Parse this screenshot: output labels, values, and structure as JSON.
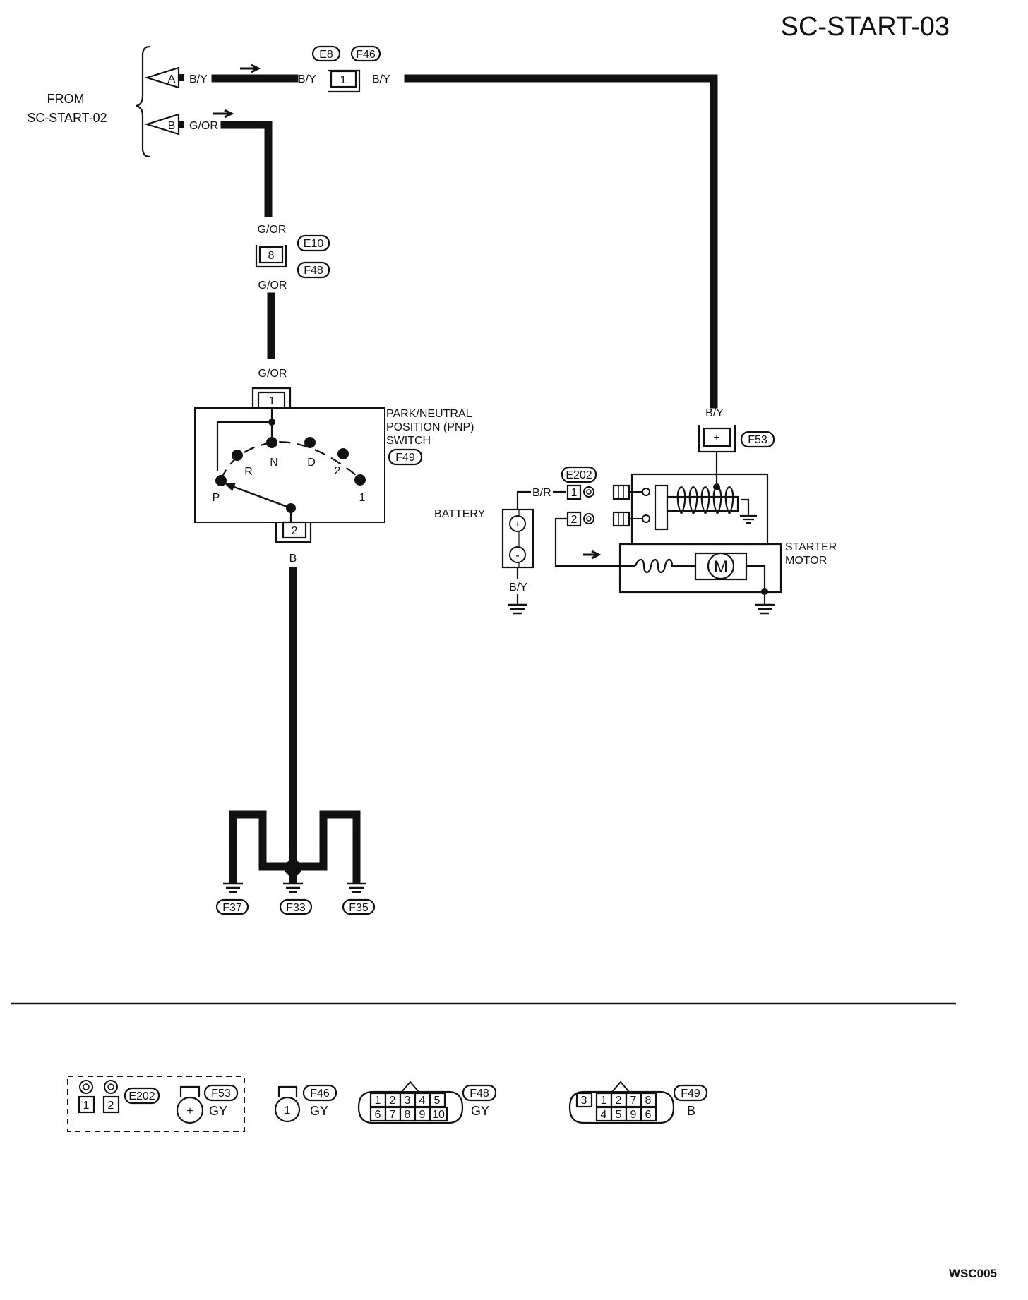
{
  "page": {
    "code": "SC-START-03",
    "figure_id": "WSC005"
  },
  "from": {
    "label_line1": "FROM",
    "label_line2": "SC-START-02",
    "connector_a": {
      "letter": "A",
      "wire": "B/Y"
    },
    "connector_b": {
      "letter": "B",
      "wire": "G/OR"
    }
  },
  "top_run": {
    "connectors": [
      "E8",
      "F46"
    ],
    "terminal": "1",
    "wire_left": "B/Y",
    "wire_right": "B/Y"
  },
  "mid_connector": {
    "wire_top": "G/OR",
    "terminal": "8",
    "connectors": [
      "E10",
      "F48"
    ],
    "wire_bottom": "G/OR"
  },
  "pnp": {
    "wire_top": "G/OR",
    "terminal_top": "1",
    "terminal_bottom": "2",
    "label_line1": "PARK/NEUTRAL",
    "label_line2": "POSITION (PNP)",
    "label_line3": "SWITCH",
    "connector": "F49",
    "positions": [
      "P",
      "R",
      "N",
      "D",
      "2",
      "1"
    ],
    "wire_out": "B"
  },
  "grounds": {
    "wires": [
      "B",
      "B",
      "B",
      "B",
      "B"
    ],
    "points": [
      "F37",
      "F33",
      "F35"
    ]
  },
  "starter": {
    "wire_in": "B/Y",
    "terminal_plus": "+",
    "connector": "F53",
    "e202": "E202",
    "wire_br": "B/R",
    "term_1": "1",
    "term_2": "2",
    "battery_label": "BATTERY",
    "battery_plus": "+",
    "battery_minus": "-",
    "wire_battery_ground": "B/Y",
    "motor_letter": "M",
    "label_line1": "STARTER",
    "label_line2": "MOTOR"
  },
  "connector_views": {
    "e202": {
      "id": "E202",
      "pins": [
        "1",
        "2"
      ]
    },
    "f53": {
      "id": "F53",
      "pin": "+",
      "color": "GY"
    },
    "f46": {
      "id": "F46",
      "pin": "1",
      "color": "GY"
    },
    "f48": {
      "id": "F48",
      "color": "GY",
      "top_pins": [
        "1",
        "2",
        "3",
        "4",
        "5"
      ],
      "bottom_pins": [
        "6",
        "7",
        "8",
        "9",
        "10"
      ]
    },
    "f49": {
      "id": "F49",
      "color": "B",
      "top_pins": [
        "3",
        "1",
        "2",
        "7",
        "8"
      ],
      "bottom_pins": [
        "4",
        "5",
        "9",
        "6"
      ]
    }
  },
  "colors": {
    "ink": "#111111",
    "paper": "#ffffff"
  }
}
